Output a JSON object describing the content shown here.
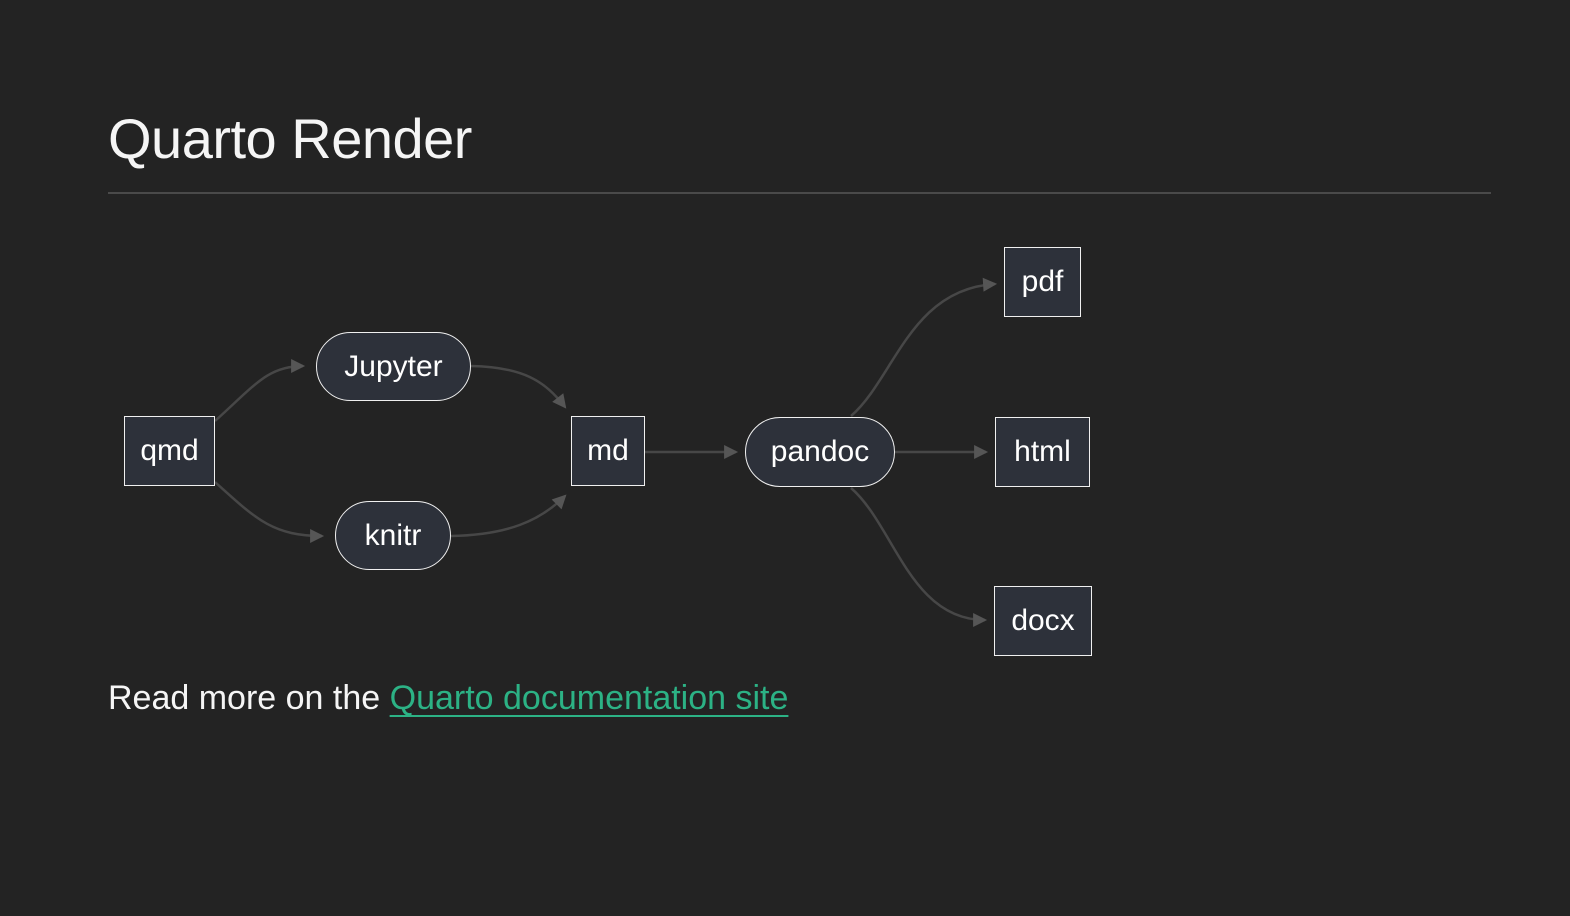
{
  "page": {
    "title": "Quarto Render"
  },
  "diagram": {
    "nodes": {
      "qmd": {
        "label": "qmd",
        "shape": "rect"
      },
      "jupyter": {
        "label": "Jupyter",
        "shape": "pill"
      },
      "knitr": {
        "label": "knitr",
        "shape": "pill"
      },
      "md": {
        "label": "md",
        "shape": "rect"
      },
      "pandoc": {
        "label": "pandoc",
        "shape": "pill"
      },
      "pdf": {
        "label": "pdf",
        "shape": "rect"
      },
      "html": {
        "label": "html",
        "shape": "rect"
      },
      "docx": {
        "label": "docx",
        "shape": "rect"
      }
    },
    "edges": [
      {
        "from": "qmd",
        "to": "jupyter"
      },
      {
        "from": "qmd",
        "to": "knitr"
      },
      {
        "from": "jupyter",
        "to": "md"
      },
      {
        "from": "knitr",
        "to": "md"
      },
      {
        "from": "md",
        "to": "pandoc"
      },
      {
        "from": "pandoc",
        "to": "pdf"
      },
      {
        "from": "pandoc",
        "to": "html"
      },
      {
        "from": "pandoc",
        "to": "docx"
      }
    ]
  },
  "footer": {
    "prefix": "Read more on the ",
    "link_text": "Quarto documentation site"
  },
  "colors": {
    "background": "#232323",
    "node_fill": "#2d313a",
    "node_border": "#f0f0f0",
    "edge": "#474747",
    "title_text": "#f5f5f5",
    "link": "#2cb285"
  }
}
